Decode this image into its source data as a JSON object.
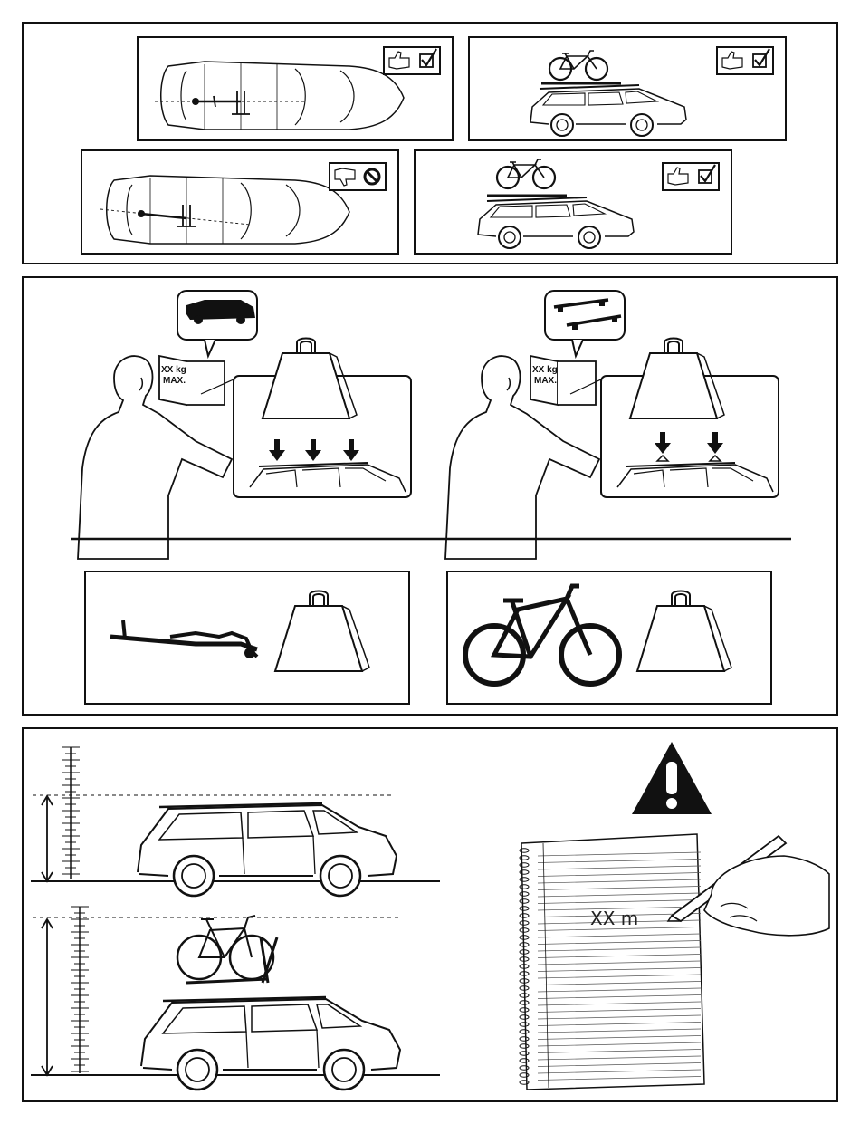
{
  "colors": {
    "line": "#111111",
    "paper": "#ffffff",
    "fill": "#111111"
  },
  "icons": [
    "thumb-up-check-icon",
    "thumb-down-prohibited-icon",
    "warning-icon",
    "weight-icon",
    "down-arrow-icon"
  ],
  "book_label_left": {
    "line1": "XX kg",
    "line2": "MAX."
  },
  "book_label_right": {
    "line1": "XX kg",
    "line2": "MAX."
  },
  "notepad": {
    "text": "XX m"
  }
}
